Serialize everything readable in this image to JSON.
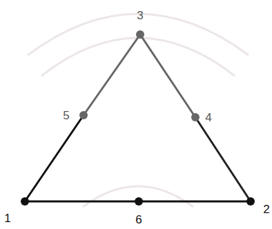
{
  "diagram": {
    "labels": [
      "3",
      "5",
      "4",
      "1",
      "6",
      "2"
    ]
  }
}
